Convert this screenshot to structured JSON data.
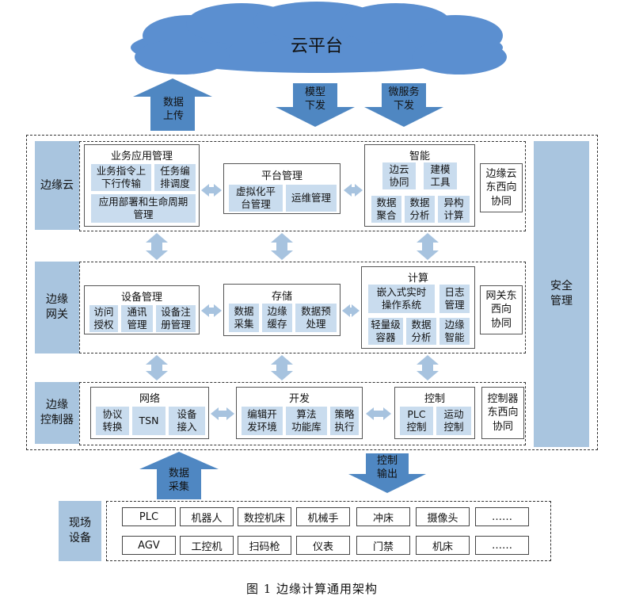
{
  "cloud": {
    "label": "云平台"
  },
  "top_arrows": {
    "upload": "数据\n上传",
    "model": "模型\n下发",
    "microservice": "微服务\n下发"
  },
  "bottom_arrows": {
    "collect": "数据\n采集",
    "control_out": "控制\n输出"
  },
  "layers": {
    "edge_cloud": "边缘云",
    "edge_gateway": "边缘\n网关",
    "edge_controller": "边缘\n控制器",
    "field_devices": "现场\n设备"
  },
  "security": "安全\n管理",
  "edge_cloud": {
    "biz": {
      "title": "业务应用管理",
      "items": [
        "业务指令上\n下行传输",
        "任务编\n排调度",
        "应用部署和生命周期\n管理"
      ]
    },
    "platform": {
      "title": "平台管理",
      "items": [
        "虚拟化平\n台管理",
        "运维管理"
      ]
    },
    "intel": {
      "title": "智能",
      "items": [
        "边云\n协同",
        "建模\n工具",
        "数据\n聚合",
        "数据\n分析",
        "异构\n计算"
      ]
    },
    "ew": "边缘云\n东西向\n协同"
  },
  "gateway": {
    "device": {
      "title": "设备管理",
      "items": [
        "访问\n授权",
        "通讯\n管理",
        "设备注\n册管理"
      ]
    },
    "storage": {
      "title": "存储",
      "items": [
        "数据\n采集",
        "边缘\n缓存",
        "数据预\n处理"
      ]
    },
    "compute": {
      "title": "计算",
      "items": [
        "嵌入式实时\n操作系统",
        "日志\n管理",
        "轻量级\n容器",
        "数据\n分析",
        "边缘\n智能"
      ]
    },
    "ew": "网关东\n西向\n协同"
  },
  "controller": {
    "network": {
      "title": "网络",
      "items": [
        "协议\n转换",
        "TSN",
        "设备\n接入"
      ]
    },
    "dev": {
      "title": "开发",
      "items": [
        "编辑开\n发环境",
        "算法\n功能库",
        "策略\n执行"
      ]
    },
    "control": {
      "title": "控制",
      "items": [
        "PLC\n控制",
        "运动\n控制"
      ]
    },
    "ew": "控制器\n东西向\n协同"
  },
  "devices": {
    "row1": [
      "PLC",
      "机器人",
      "数控机床",
      "机械手",
      "冲床",
      "摄像头",
      "……"
    ],
    "row2": [
      "AGV",
      "工控机",
      "扫码枪",
      "仪表",
      "门禁",
      "机床",
      "……"
    ]
  },
  "caption": "图 1  边缘计算通用架构",
  "colors": {
    "arrow_blue": "#4f87c2",
    "light_blue_arrow": "#a7c3df",
    "side_label": "#a9c5df",
    "chip": "#c9dcee"
  }
}
